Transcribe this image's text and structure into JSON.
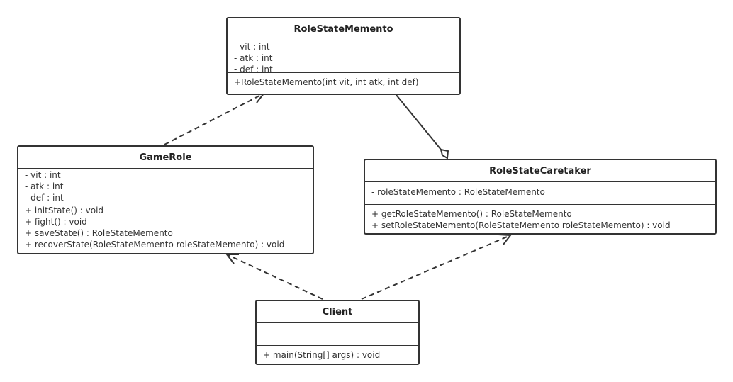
{
  "classes": {
    "memento": {
      "name": "RoleStateMemento",
      "attributes": [
        "- vit : int",
        "- atk : int",
        "- def : int"
      ],
      "operations": [
        "+RoleStateMemento(int vit, int atk, int def)"
      ]
    },
    "game_role": {
      "name": "GameRole",
      "attributes": [
        "- vit : int",
        "- atk : int",
        "- def : int"
      ],
      "operations": [
        "+ initState() : void",
        "+ fight() : void",
        "+ saveState() : RoleStateMemento",
        "+ recoverState(RoleStateMemento roleStateMemento) : void"
      ]
    },
    "caretaker": {
      "name": "RoleStateCaretaker",
      "attributes": [
        "- roleStateMemento : RoleStateMemento"
      ],
      "operations": [
        "+ getRoleStateMemento() : RoleStateMemento",
        "+ setRoleStateMemento(RoleStateMemento roleStateMemento) : void"
      ]
    },
    "client": {
      "name": "Client",
      "attributes": [],
      "operations": [
        "+ main(String[] args) : void"
      ]
    }
  },
  "relations": [
    {
      "from": "GameRole",
      "to": "RoleStateMemento",
      "kind": "dependency"
    },
    {
      "from": "RoleStateCaretaker",
      "to": "RoleStateMemento",
      "kind": "aggregation"
    },
    {
      "from": "Client",
      "to": "GameRole",
      "kind": "dependency"
    },
    {
      "from": "Client",
      "to": "RoleStateCaretaker",
      "kind": "dependency"
    }
  ],
  "colors": {
    "stroke": "#333333",
    "background": "#ffffff"
  }
}
